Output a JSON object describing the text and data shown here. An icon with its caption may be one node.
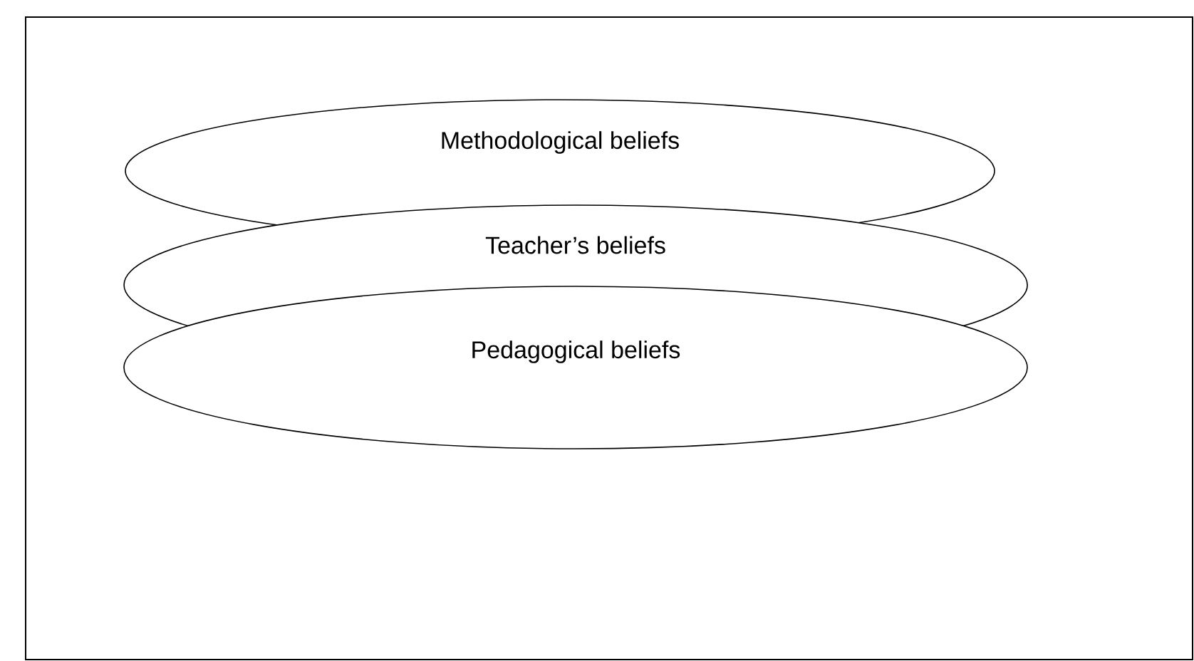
{
  "diagram": {
    "nodes": [
      {
        "text": [
          "Methodological beliefs"
        ]
      },
      {
        "text": [
          "Teacher’s beliefs"
        ]
      },
      {
        "text": [
          "Pedagogical beliefs"
        ]
      }
    ]
  }
}
